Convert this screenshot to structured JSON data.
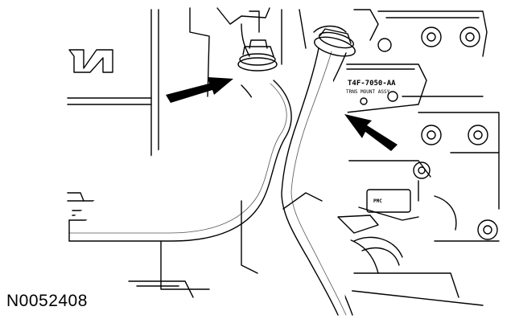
{
  "diagram": {
    "figure_id": "N0052408",
    "part_label": "T4F-7050-AA",
    "part_sublabel": "TRNS MOUNT ASSY",
    "module_label": "PMC"
  },
  "colors": {
    "ink": "#000000",
    "paper": "#ffffff",
    "shade": "#555555"
  }
}
